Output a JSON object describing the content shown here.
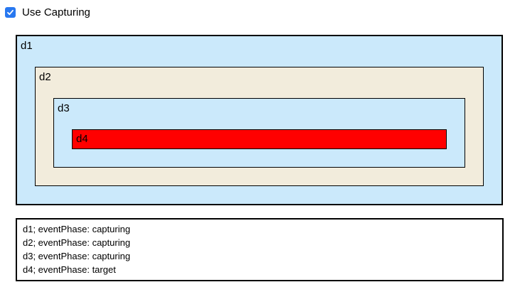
{
  "controls": {
    "use_capturing": {
      "label": "Use Capturing",
      "checked": true
    }
  },
  "colors": {
    "checkbox_blue": "#2878f0",
    "box_blue": "#cbe9fb",
    "box_beige": "#f2ecdc",
    "box_red": "#ff0000",
    "border_black": "#000000"
  },
  "boxes": {
    "d1": {
      "label": "d1",
      "bg": "#cbe9fb"
    },
    "d2": {
      "label": "d2",
      "bg": "#f2ecdc"
    },
    "d3": {
      "label": "d3",
      "bg": "#cbe9fb"
    },
    "d4": {
      "label": "d4",
      "bg": "#ff0000"
    }
  },
  "log": {
    "lines": [
      "d1; eventPhase: capturing",
      "d2; eventPhase: capturing",
      "d3; eventPhase: capturing",
      "d4; eventPhase: target"
    ]
  }
}
